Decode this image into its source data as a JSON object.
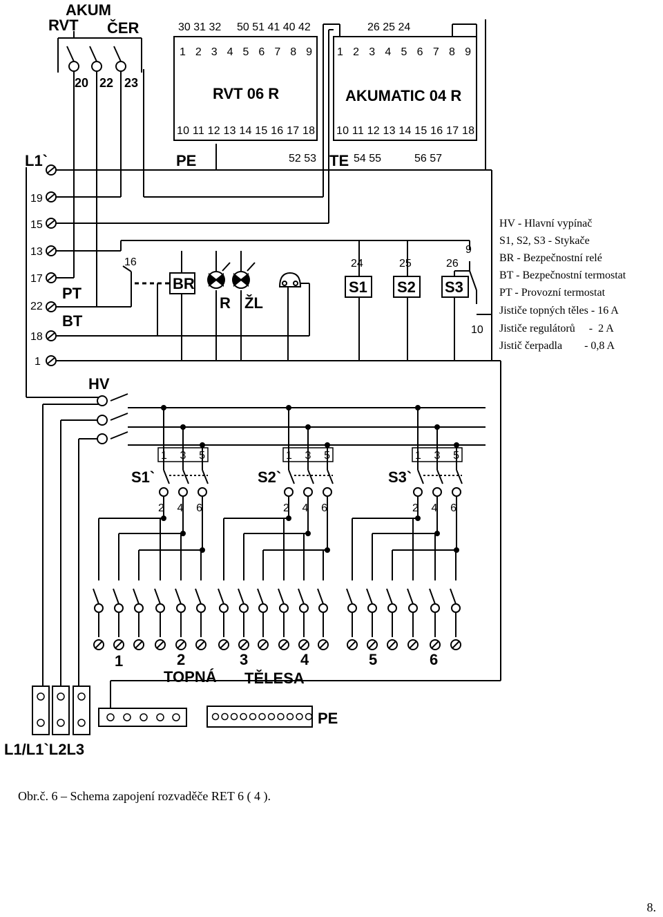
{
  "labels": {
    "akum": "AKUM",
    "rvt": "RVT",
    "cer": "ČER",
    "sw20": "20",
    "sw22": "22",
    "sw23": "23",
    "rvt_module": "RVT 06 R",
    "akumatic_module": "AKUMATIC 04 R",
    "l1": "L1`",
    "pe": "PE",
    "te": "TE",
    "t19": "19",
    "t15": "15",
    "t13": "13",
    "t17": "17",
    "t22": "22",
    "t18": "18",
    "t1": "1",
    "t16": "16",
    "pt": "PT",
    "bt": "BT",
    "br": "BR",
    "r": "R",
    "zl": "ŽL",
    "s1": "S1",
    "s2": "S2",
    "s3": "S3",
    "s24": "24",
    "s25": "25",
    "s26": "26",
    "t9": "9",
    "t10": "10",
    "hv": "HV",
    "s1c": "S1`",
    "s2c": "S2`",
    "s3c": "S3`",
    "heater_num_1": "1",
    "heater_num_2": "2",
    "heater_num_3": "3",
    "heater_num_4": "4",
    "heater_num_5": "5",
    "heater_num_6": "6",
    "topna": "TOPNÁ",
    "telesa": "TĚLESA",
    "pe_bottom": "PE",
    "phases": "L1/L1`L2L3"
  },
  "rvt_pins_top": [
    "30 31 32",
    "50 51 41 40 42"
  ],
  "rvt_pins_row1": "1 2 3 4 5 6 7 8 9",
  "rvt_pins_row2": "10 11 12 13 14 15 16 17 18",
  "rvt_pins_bottom": "52 53",
  "aku_pins_top": "26 25 24",
  "aku_pins_row1": "1 2 3 4 5 6 7 8 9",
  "aku_pins_row2": "10 11 12 13 14 15 16 17 18",
  "aku_pins_bottom": [
    "54 55",
    "56 57"
  ],
  "contactor_top_pins": "1 3 5",
  "contactor_bottom_pins": "2 4 6",
  "legend": [
    "HV - Hlavní vypínač",
    "S1, S2, S3 - Stykače",
    "BR - Bezpečnostní relé",
    "BT - Bezpečnostní termostat",
    "PT - Provozní termostat",
    "Jističe topných těles - 16 A",
    "Jističe regulátorů     -  2 A",
    "Jistič čerpadla        - 0,8 A"
  ],
  "caption": "Obr.č. 6 – Schema zapojení rozvaděče RET 6 ( 4 ).",
  "page_number": "8."
}
